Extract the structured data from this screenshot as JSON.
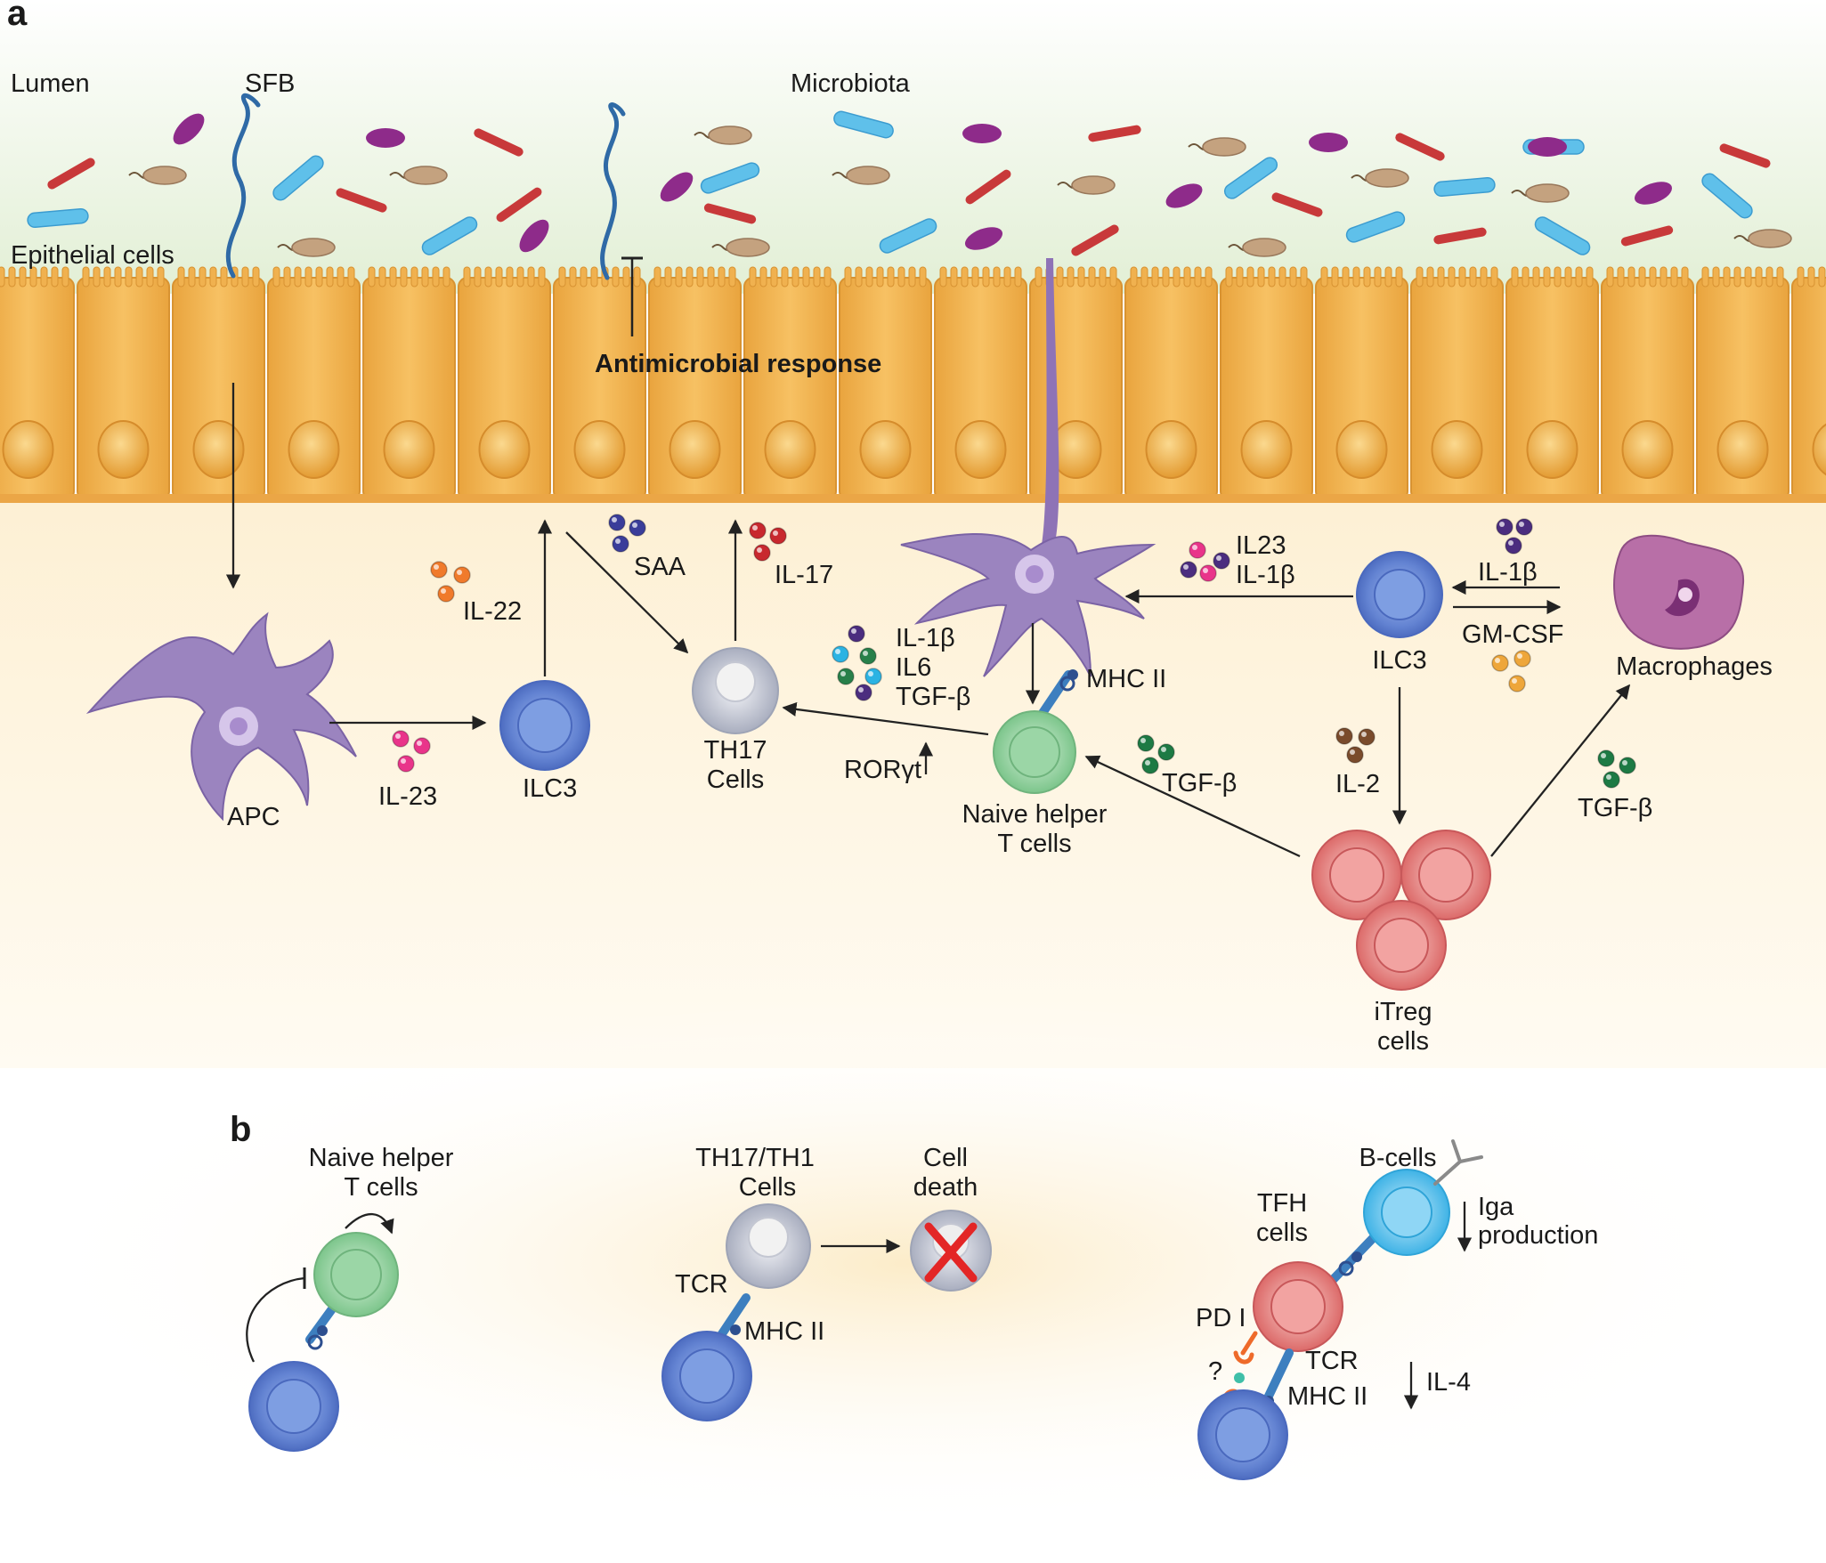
{
  "panel_a": {
    "letter": "a",
    "lumen": "Lumen",
    "sfb": "SFB",
    "microbiota": "Microbiota",
    "epithelial": "Epithelial cells",
    "antimicrobial": "Antimicrobial response",
    "apc": "APC",
    "il23_left": "IL-23",
    "ilc3_left": "ILC3",
    "il22": "IL-22",
    "saa": "SAA",
    "il17": "IL-17",
    "th17_line1": "TH17",
    "th17_line2": "Cells",
    "dc_cytokines": [
      "IL-1β",
      "IL6",
      "TGF-β"
    ],
    "rorgt": "RORγt",
    "naive_line1": "Naive helper",
    "naive_line2": "T cells",
    "mhc2": "MHC II",
    "tgfb_mid": "TGF-β",
    "il23b": "IL23",
    "il1b_dc": "IL-1β",
    "ilc3_right": "ILC3",
    "il1b_mac": "IL-1β",
    "gmcsf": "GM-CSF",
    "macrophages": "Macrophages",
    "il2": "IL-2",
    "tgfb_right": "TGF-β",
    "itreg_line1": "iTreg",
    "itreg_line2": "cells"
  },
  "panel_b": {
    "letter": "b",
    "naive_line1": "Naive helper",
    "naive_line2": "T cells",
    "th17th1_line1": "TH17/TH1",
    "th17th1_line2": "Cells",
    "death_line1": "Cell",
    "death_line2": "death",
    "tcr": "TCR",
    "mhc2": "MHC II",
    "bcells": "B-cells",
    "iga_line1": "Iga",
    "iga_line2": "production",
    "tfh_line1": "TFH",
    "tfh_line2": "cells",
    "pd1": "PD I",
    "question": "?",
    "tcr2": "TCR",
    "mhc2b": "MHC II",
    "il4": "IL-4"
  },
  "colors": {
    "lumen_bg": "#e6f1dc",
    "tissue_bg": "#fdf3df",
    "epithelium": "#f2b552",
    "nucleus": "#f5c262",
    "apc_purple": "#9b84bf",
    "ilc3_blue": "#6f8fd6",
    "th17_gray": "#c6cad6",
    "naive_green": "#8fcf9a",
    "itreg_red": "#e47c7c",
    "macrophage": "#b46aa3",
    "bcell_cyan": "#5ec3ec",
    "arrow": "#222222",
    "death_x": "#e32626"
  }
}
